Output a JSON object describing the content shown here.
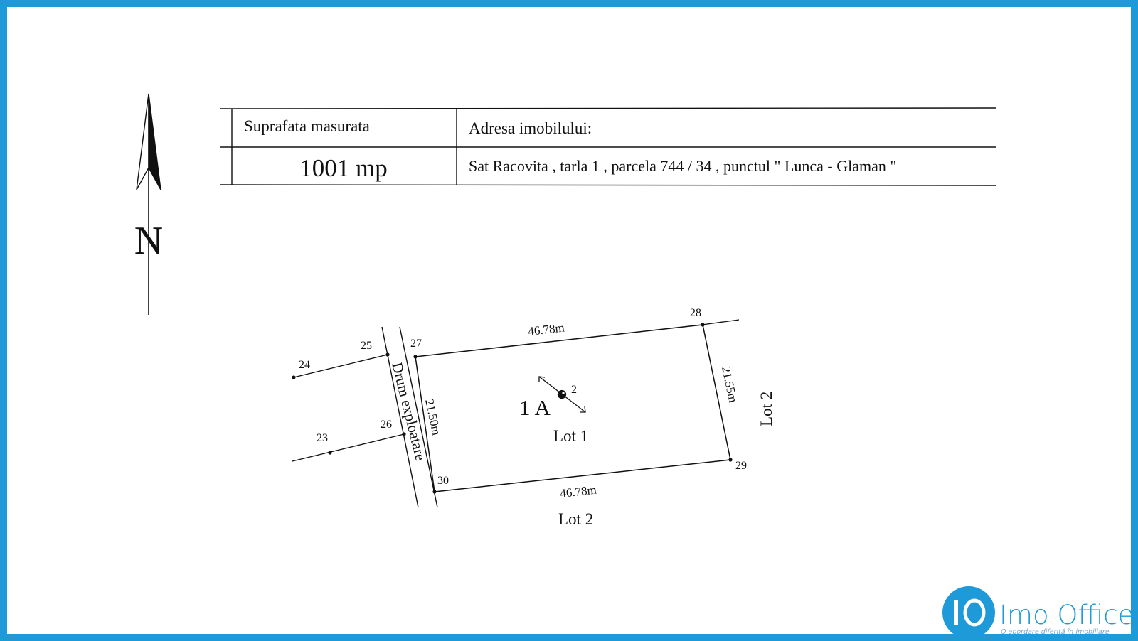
{
  "table": {
    "area_header": "Suprafata masurata",
    "area_value": "1001 mp",
    "address_header": "Adresa imobilului:",
    "address_value": "Sat Racovita , tarla 1 , parcela 744 / 34 , punctul \" Lunca - Glaman \""
  },
  "north": {
    "letter": "N"
  },
  "plan": {
    "points": [
      "23",
      "24",
      "25",
      "26",
      "27",
      "28",
      "29",
      "30"
    ],
    "parcel_id": "1 A",
    "parcel_point": "2",
    "dimensions": {
      "north_side": "46.78m",
      "south_side": "46.78m",
      "west_side": "21.50m",
      "east_side": "21.55m"
    },
    "lots": {
      "parcel": "Lot 1",
      "south_neighbor": "Lot 2",
      "east_neighbor": "Lot 2"
    },
    "road": "Drum exploatare"
  },
  "logo": {
    "mark": "IO",
    "name": "Imo Office",
    "tagline": "O abordare diferită în imobiliare"
  },
  "colors": {
    "frame": "#1e9ad8",
    "logo": "#1e9ad8",
    "ink": "#111111"
  }
}
